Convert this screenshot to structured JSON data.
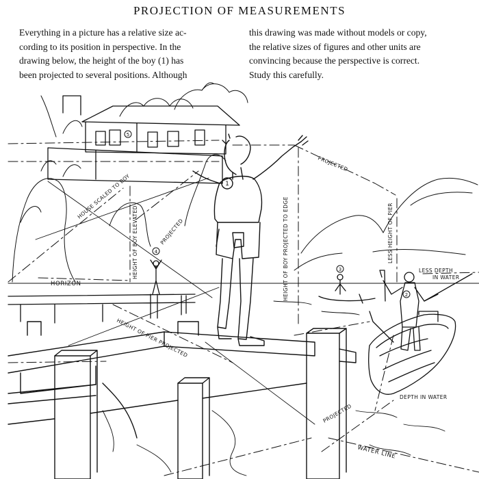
{
  "title": "PROJECTION OF MEASUREMENTS",
  "intro": {
    "column1": [
      "Everything in a picture has a relative size ac-",
      "cording to its position in perspective. In the",
      "drawing below, the height of the boy (1) has",
      "been projected to several positions. Although"
    ],
    "column2": [
      "this drawing was made without models or copy,",
      "the relative sizes of figures and other units are",
      "convincing because the perspective is correct.",
      "Study this carefully."
    ]
  },
  "labels": {
    "house_scaled": "HOUSE SCALED TO BOY",
    "boy_elevated": "HEIGHT OF BOY ELEVATED",
    "projected_left": "PROJECTED",
    "horizon": "HORIZON",
    "projected_top": "PROJECTED",
    "boy_edge": "HEIGHT OF BOY PROJECTED TO EDGE",
    "pier_less": "LESS HEIGHT OF PIER",
    "less_depth": "LESS DEPTH",
    "in_water": "IN WATER",
    "pier_projected": "HEIGHT OF PIER PROJECTED",
    "depth_water": "DEPTH IN WATER",
    "projected_bottom": "PROJECTED",
    "water_line": "WATER LINE"
  },
  "figure_numbers": {
    "boy": "1",
    "house": "5",
    "fisherman": "2",
    "boat_figure": "3",
    "pier_figure": "4"
  }
}
